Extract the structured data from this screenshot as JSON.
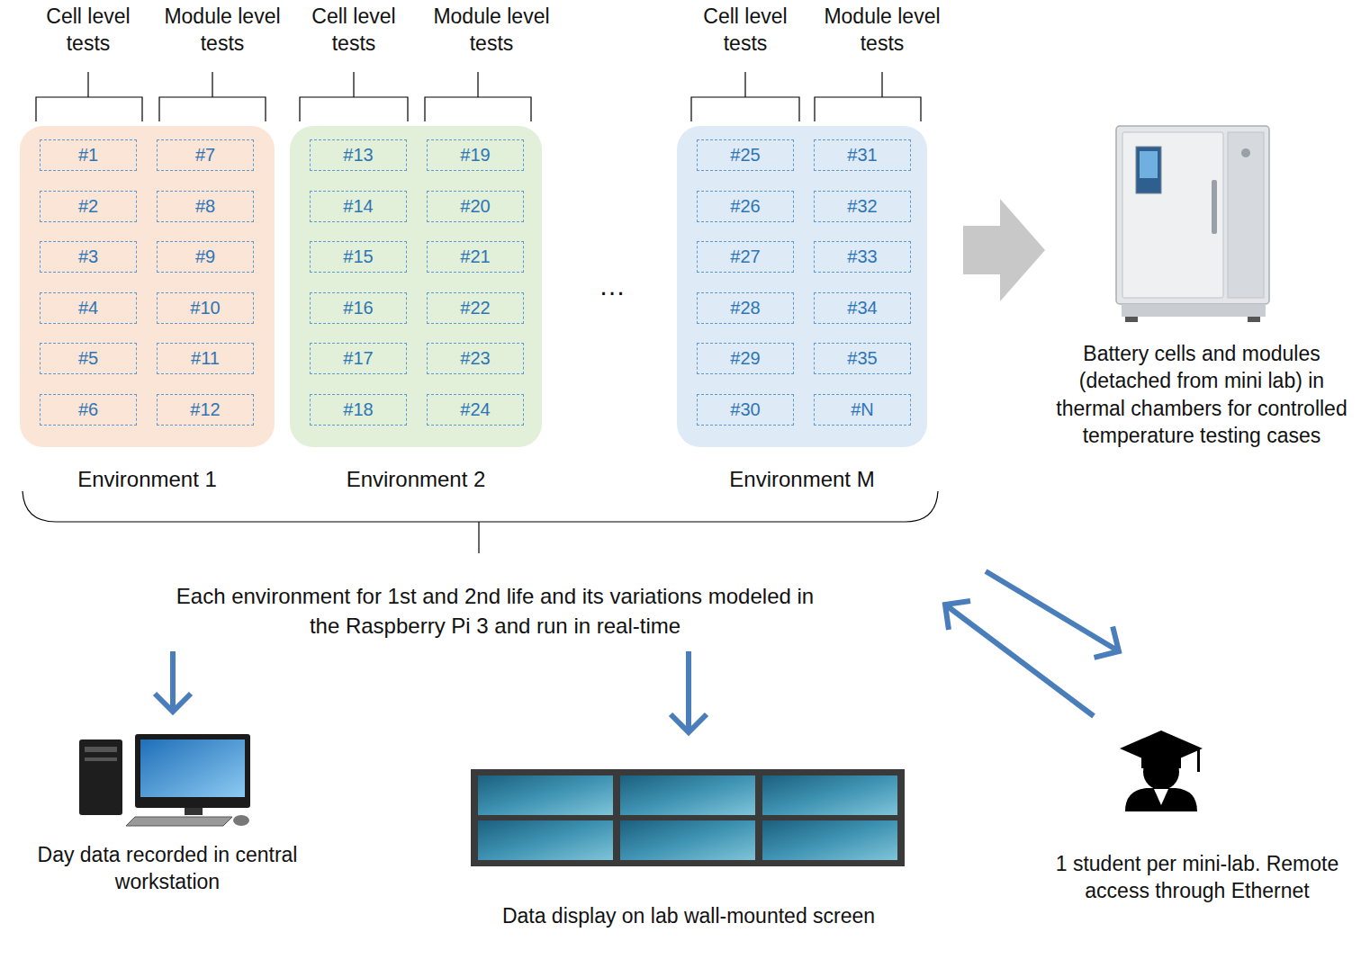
{
  "diagram": {
    "nodes": [
      {
        "text": [
          "Environment 1"
        ]
      },
      {
        "text": [
          "#1"
        ],
        "in": 0
      },
      {
        "text": [
          "#2"
        ],
        "in": 0
      },
      {
        "text": [
          "#3"
        ],
        "in": 0
      },
      {
        "text": [
          "#4"
        ],
        "in": 0
      },
      {
        "text": [
          "#5"
        ],
        "in": 0
      },
      {
        "text": [
          "#6"
        ],
        "in": 0
      },
      {
        "text": [
          "#7"
        ],
        "in": 0
      },
      {
        "text": [
          "#8"
        ],
        "in": 0
      },
      {
        "text": [
          "#9"
        ],
        "in": 0
      },
      {
        "text": [
          "#10"
        ],
        "in": 0
      },
      {
        "text": [
          "#11"
        ],
        "in": 0
      },
      {
        "text": [
          "#12"
        ],
        "in": 0
      },
      {
        "text": [
          "Environment 2"
        ]
      },
      {
        "text": [
          "#13"
        ],
        "in": 13
      },
      {
        "text": [
          "#14"
        ],
        "in": 13
      },
      {
        "text": [
          "#15"
        ],
        "in": 13
      },
      {
        "text": [
          "#16"
        ],
        "in": 13
      },
      {
        "text": [
          "#17"
        ],
        "in": 13
      },
      {
        "text": [
          "#18"
        ],
        "in": 13
      },
      {
        "text": [
          "#19"
        ],
        "in": 13
      },
      {
        "text": [
          "#20"
        ],
        "in": 13
      },
      {
        "text": [
          "#21"
        ],
        "in": 13
      },
      {
        "text": [
          "#22"
        ],
        "in": 13
      },
      {
        "text": [
          "#23"
        ],
        "in": 13
      },
      {
        "text": [
          "#24"
        ],
        "in": 13
      },
      {
        "text": [
          "Environment M"
        ]
      },
      {
        "text": [
          "#25"
        ],
        "in": 26
      },
      {
        "text": [
          "#26"
        ],
        "in": 26
      },
      {
        "text": [
          "#27"
        ],
        "in": 26
      },
      {
        "text": [
          "#28"
        ],
        "in": 26
      },
      {
        "text": [
          "#29"
        ],
        "in": 26
      },
      {
        "text": [
          "#30"
        ],
        "in": 26
      },
      {
        "text": [
          "#31"
        ],
        "in": 26
      },
      {
        "text": [
          "#32"
        ],
        "in": 26
      },
      {
        "text": [
          "#33"
        ],
        "in": 26
      },
      {
        "text": [
          "#34"
        ],
        "in": 26
      },
      {
        "text": [
          "#35"
        ],
        "in": 26
      },
      {
        "text": [
          "#N"
        ],
        "in": 26
      },
      {
        "text": [
          "Battery cells and modules (detached from mini lab) in thermal chambers for controlled temperature testing cases"
        ]
      },
      {
        "text": [
          "Each environment for 1st and 2nd life and its variations modeled in the Raspberry Pi 3 and run in real-time"
        ]
      },
      {
        "text": [
          "Day data recorded in central workstation"
        ]
      },
      {
        "text": [
          "Data display on lab wall-mounted screen"
        ]
      },
      {
        "text": [
          "1 student per mini-lab. Remote access through Ethernet"
        ]
      }
    ],
    "edges": [
      {
        "from": 26,
        "to": 39,
        "arrow": "to"
      },
      {
        "from": 40,
        "to": 41,
        "arrow": "to"
      },
      {
        "from": 40,
        "to": 42,
        "arrow": "to"
      },
      {
        "from": 40,
        "to": 43,
        "arrow": "to"
      },
      {
        "from": 43,
        "to": 40,
        "arrow": "to"
      }
    ],
    "labels": [
      "Cell level tests",
      "Module level tests",
      "Cell level tests",
      "Module level tests",
      "Cell level tests",
      "Module level tests",
      "…"
    ]
  }
}
